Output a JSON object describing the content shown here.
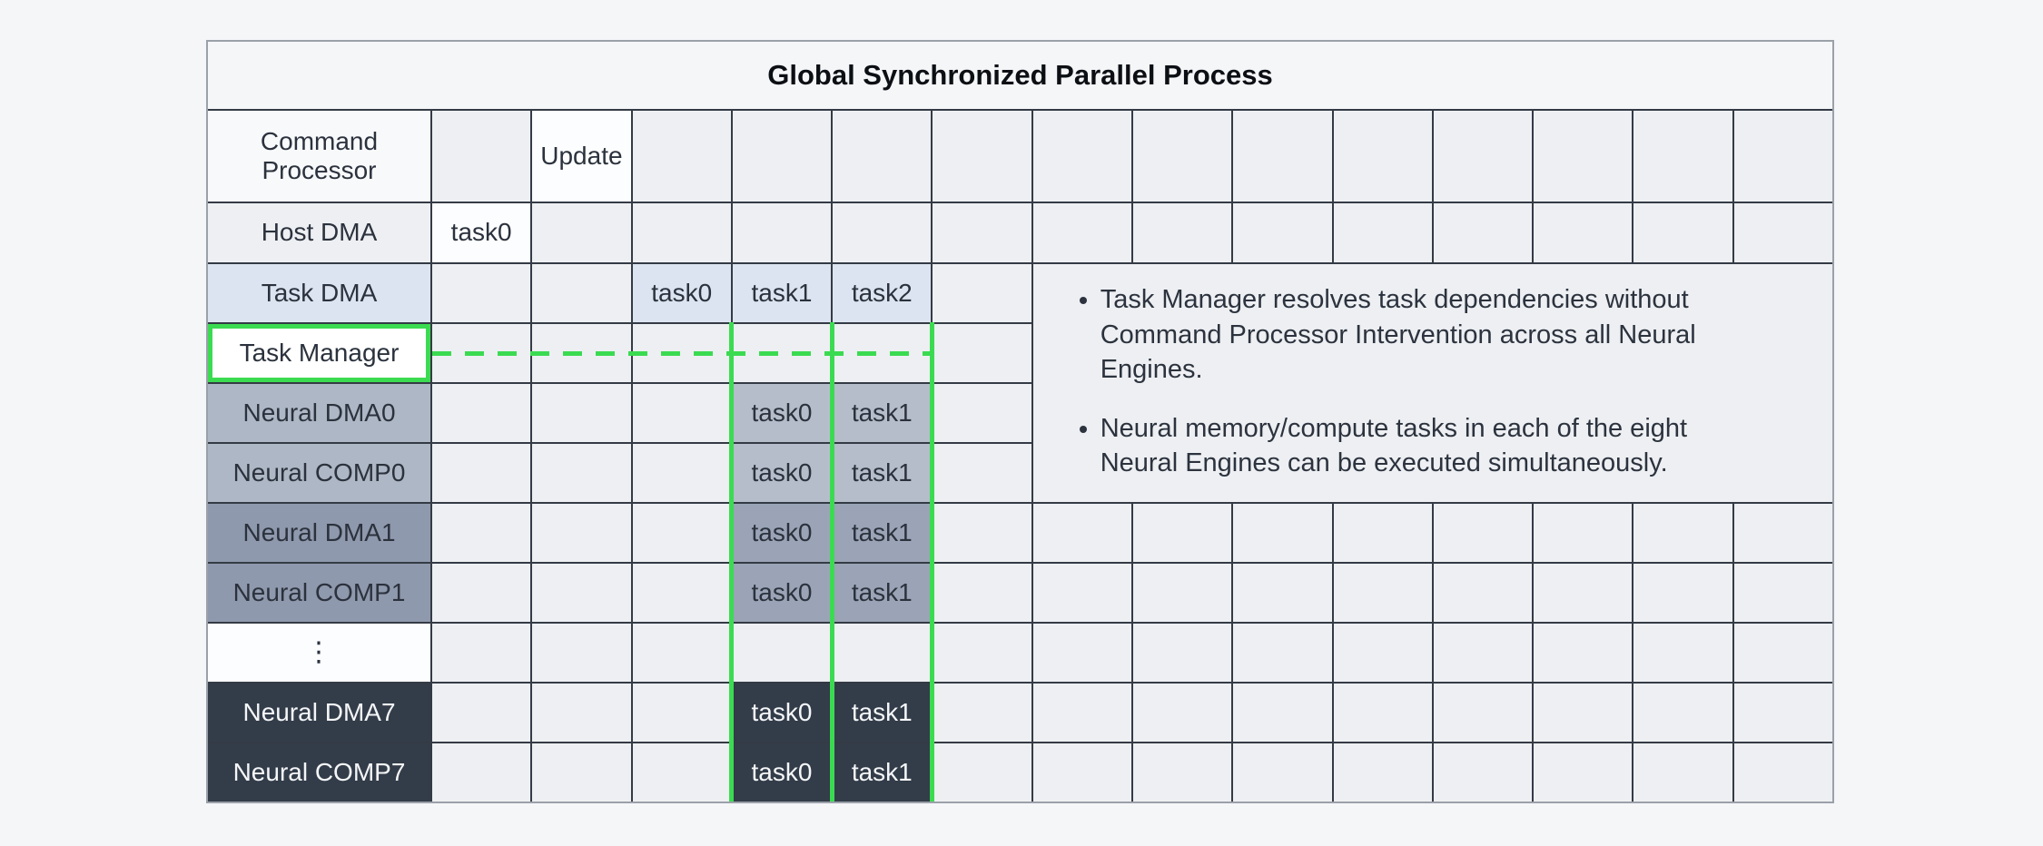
{
  "title": "Global Synchronized Parallel Process",
  "rows": [
    {
      "label": "Command Processor",
      "cells": {
        "c2": "Update"
      }
    },
    {
      "label": "Host DMA",
      "cells": {
        "c1": "task0"
      }
    },
    {
      "label": "Task DMA",
      "cells": {
        "c3": "task0",
        "c4": "task1",
        "c5": "task2"
      }
    },
    {
      "label": "Task Manager",
      "cells": {}
    },
    {
      "label": "Neural DMA0",
      "cells": {
        "c4": "task0",
        "c5": "task1"
      }
    },
    {
      "label": "Neural COMP0",
      "cells": {
        "c4": "task0",
        "c5": "task1"
      }
    },
    {
      "label": "Neural DMA1",
      "cells": {
        "c4": "task0",
        "c5": "task1"
      }
    },
    {
      "label": "Neural COMP1",
      "cells": {
        "c4": "task0",
        "c5": "task1"
      }
    },
    {
      "label": "⋮",
      "cells": {}
    },
    {
      "label": "Neural DMA7",
      "cells": {
        "c4": "task0",
        "c5": "task1"
      }
    },
    {
      "label": "Neural COMP7",
      "cells": {
        "c4": "task0",
        "c5": "task1"
      }
    }
  ],
  "notes": [
    "Task Manager resolves task dependencies without Command Processor Intervention across all Neural Engines.",
    "Neural memory/compute tasks in each of the eight Neural Engines can be executed simultaneously."
  ],
  "colors": {
    "accent_green": "#3bdb51",
    "gridline": "#343b45",
    "empty_cell": "#edeff2",
    "task_dma_blue": "#dbe4f0",
    "neural0_gray": "#aeb7c5",
    "neural1_gray": "#8f99ad",
    "neural7_dark": "#333c49",
    "page_background": "#f5f6f8"
  }
}
